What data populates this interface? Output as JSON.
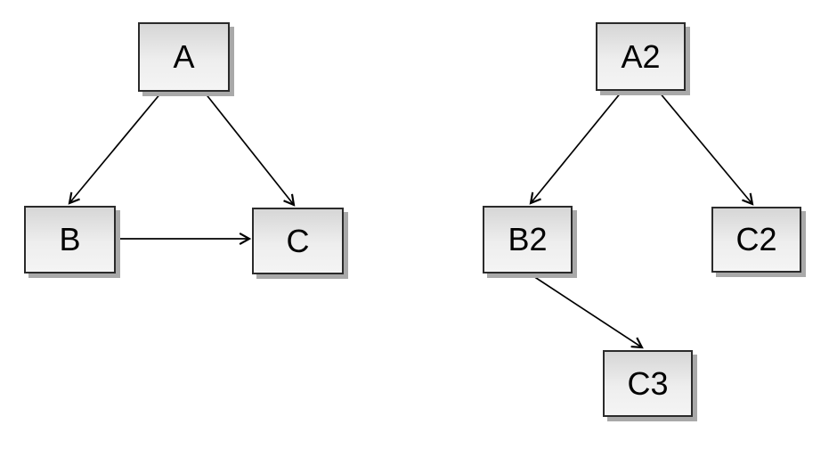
{
  "colors": {
    "background": "#ffffff",
    "node_fill_top": "#d6d6d6",
    "node_fill_bottom": "#f4f4f4",
    "node_border": "#2b2b2b",
    "node_shadow": "#a9a9a9",
    "edge_stroke": "#000000",
    "label_color": "#000000"
  },
  "diagrams": [
    {
      "name": "left-graph",
      "nodes": [
        {
          "id": "A",
          "label": "A"
        },
        {
          "id": "B",
          "label": "B"
        },
        {
          "id": "C",
          "label": "C"
        }
      ],
      "edges": [
        {
          "from": "A",
          "to": "B"
        },
        {
          "from": "A",
          "to": "C"
        },
        {
          "from": "B",
          "to": "C"
        }
      ]
    },
    {
      "name": "right-graph",
      "nodes": [
        {
          "id": "A2",
          "label": "A2"
        },
        {
          "id": "B2",
          "label": "B2"
        },
        {
          "id": "C2",
          "label": "C2"
        },
        {
          "id": "C3",
          "label": "C3"
        }
      ],
      "edges": [
        {
          "from": "A2",
          "to": "B2"
        },
        {
          "from": "A2",
          "to": "C2"
        },
        {
          "from": "B2",
          "to": "C3"
        }
      ]
    }
  ]
}
